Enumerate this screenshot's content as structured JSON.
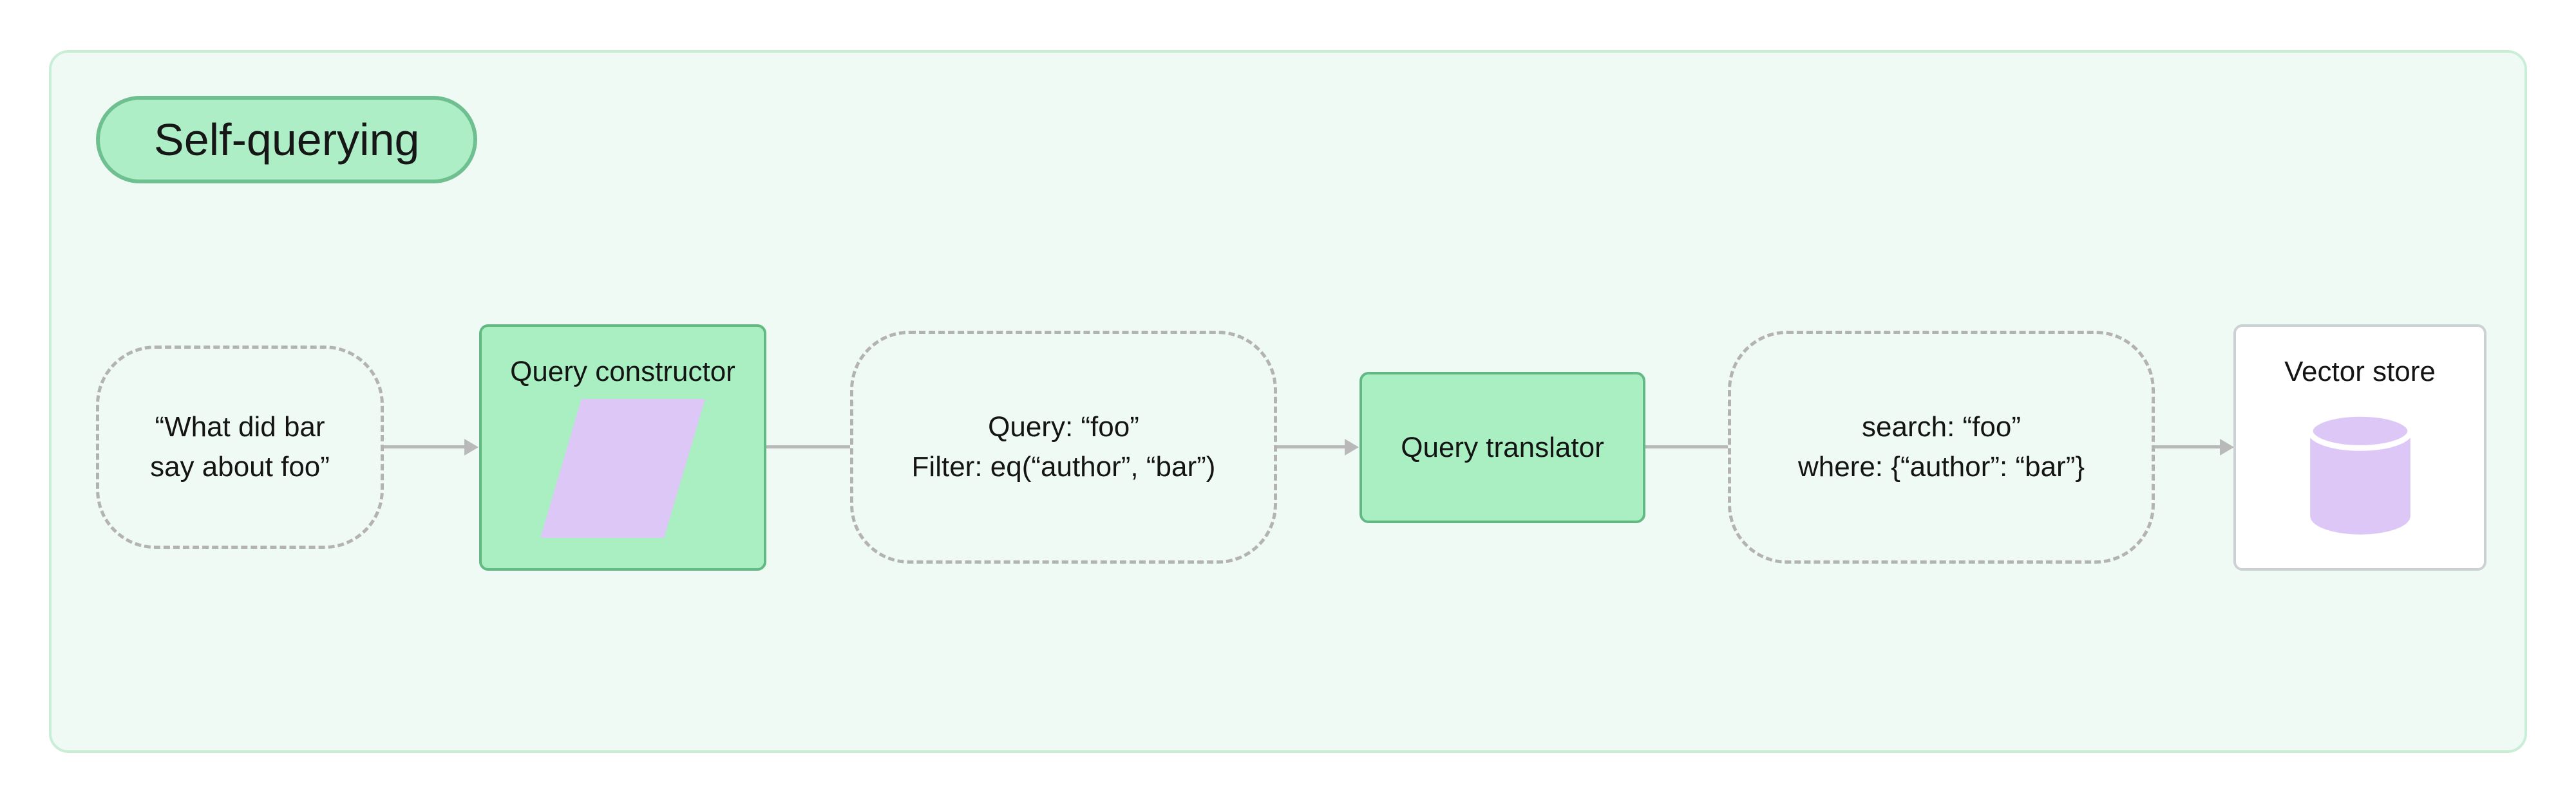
{
  "badge": {
    "label": "Self-querying"
  },
  "nodes": {
    "user_question": {
      "lines": [
        "“What did bar",
        "say about foo”"
      ]
    },
    "query_constructor": {
      "title": "Query constructor",
      "icon": "parallelogram-icon"
    },
    "structured_query": {
      "lines": [
        "Query: “foo”",
        "Filter: eq(“author”, “bar”)"
      ]
    },
    "query_translator": {
      "title": "Query translator"
    },
    "translated_query": {
      "lines": [
        "search: “foo”",
        "where: {“author”: “bar”}"
      ]
    },
    "vector_store": {
      "title": "Vector store",
      "icon": "database-cylinder-icon"
    }
  },
  "colors": {
    "container_bg": "#f0faf4",
    "container_border": "#c9eed8",
    "badge_bg": "#aeeec6",
    "badge_border": "#6fc091",
    "green_node_bg": "#a9efc2",
    "green_node_border": "#62b984",
    "purple_shape": "#ddc7f7",
    "dashed_border": "#b3b3b3",
    "connector": "#b9b9b9",
    "text": "#141414"
  }
}
